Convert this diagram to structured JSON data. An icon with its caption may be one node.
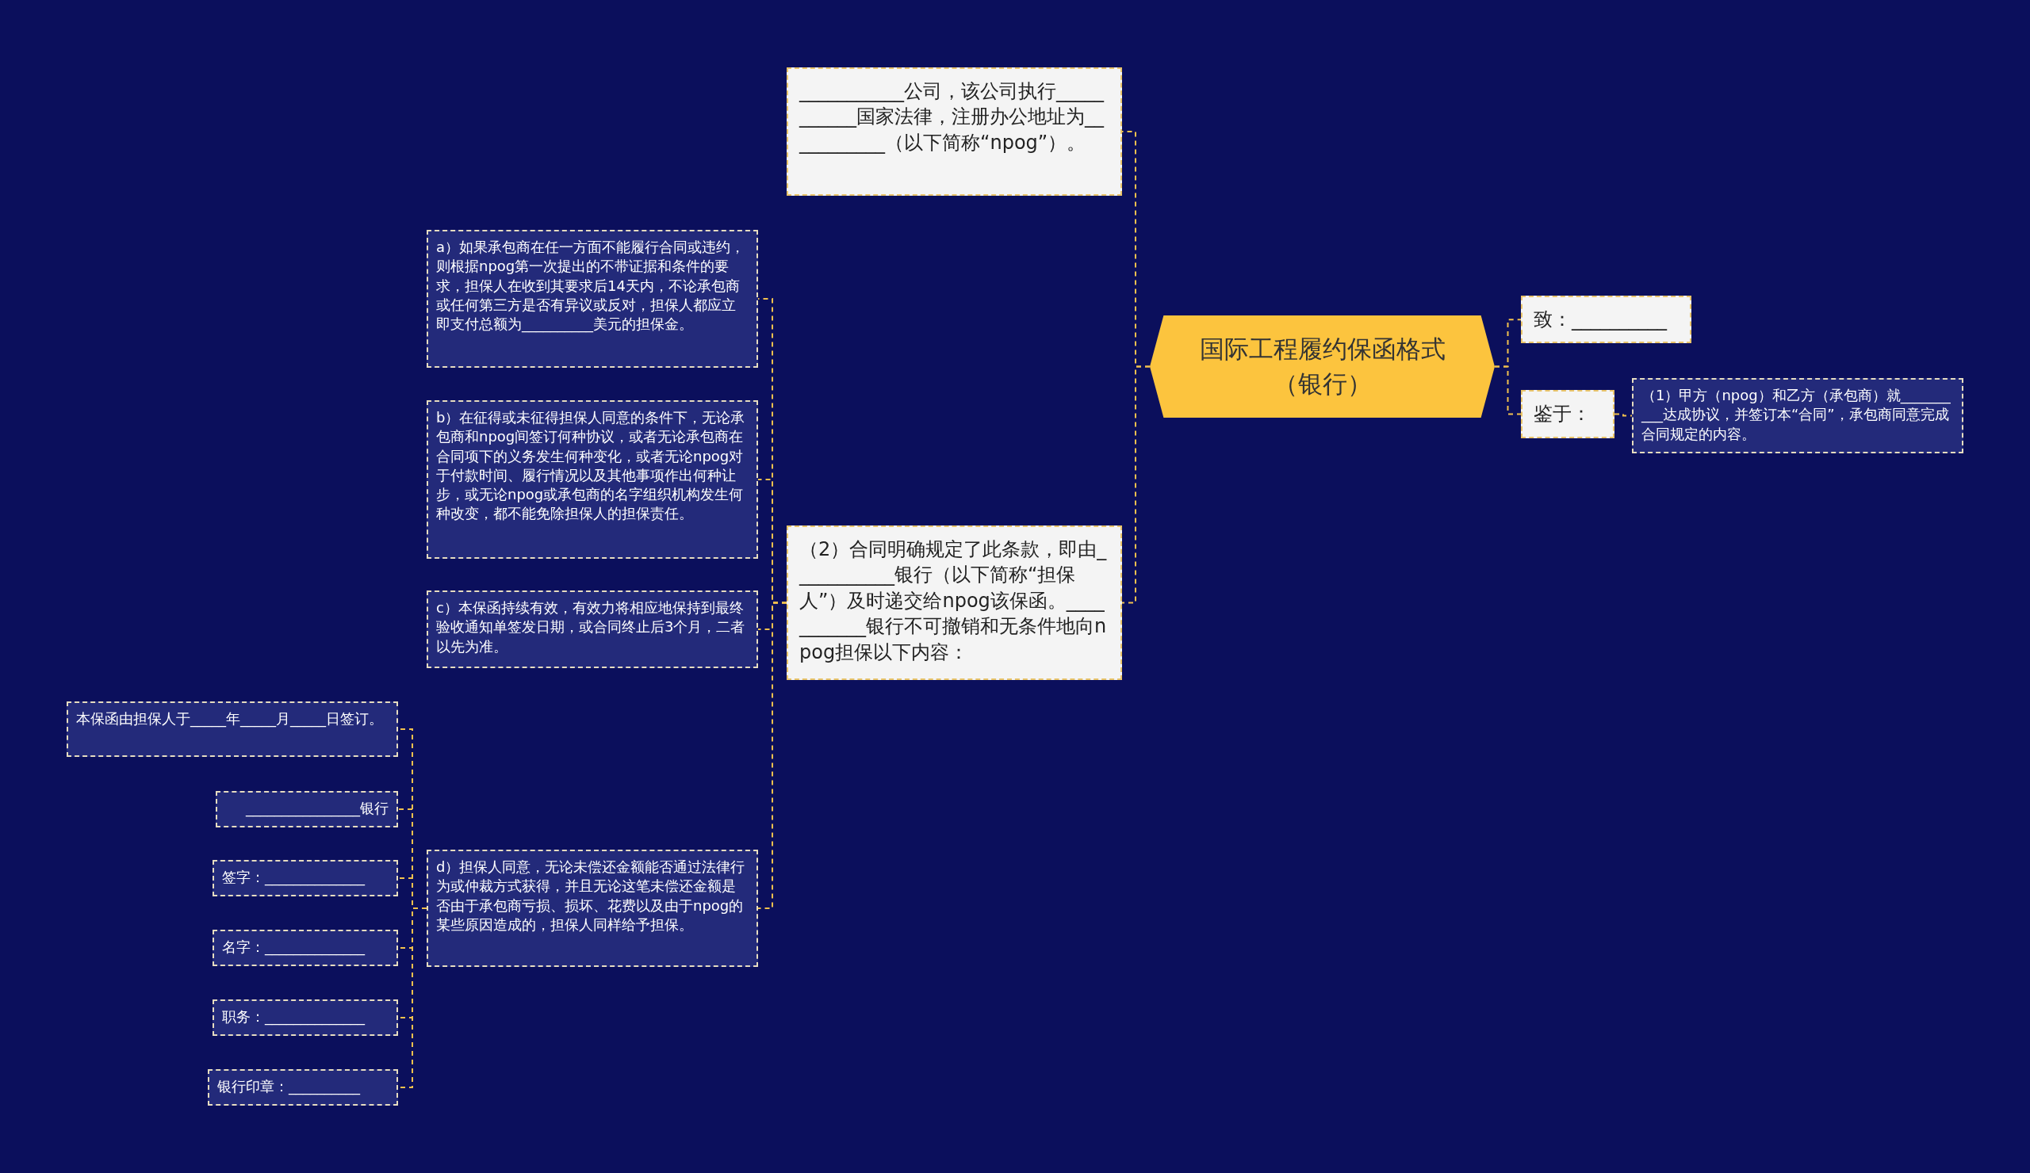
{
  "diagram": {
    "nodes": [
      {
        "text": [
          "国际工程履约保函格式（银行）"
        ]
      },
      {
        "text": [
          "___________公司，该公司执行___________国家法律，注册办公地址为___________（以下简称“npog”）。"
        ]
      },
      {
        "text": [
          "（2）合同明确规定了此条款，即由___________银行（以下简称“担保人”）及时递交给npog该保函。___________银行不可撤销和无条件地向npog担保以下内容："
        ]
      },
      {
        "text": [
          "a）如果承包商在任一方面不能履行合同或违约，则根据npog第一次提出的不带证据和条件的要求，担保人在收到其要求后14天内，不论承包商或任何第三方是否有异议或反对，担保人都应立即支付总额为__________美元的担保金。"
        ]
      },
      {
        "text": [
          "b）在征得或未征得担保人同意的条件下，无论承包商和npog间签订何种协议，或者无论承包商在合同项下的义务发生何种变化，或者无论npog对于付款时间、履行情况以及其他事项作出何种让步，或无论npog或承包商的名字组织机构发生何种改变，都不能免除担保人的担保责任。"
        ]
      },
      {
        "text": [
          "c）本保函持续有效，有效力将相应地保持到最终验收通知单签发日期，或合同终止后3个月，二者以先为准。"
        ]
      },
      {
        "text": [
          "d）担保人同意，无论未偿还金额能否通过法律行为或仲裁方式获得，并且无论这笔未偿还金额是否由于承包商亏损、损坏、花费以及由于npog的某些原因造成的，担保人同样给予担保。"
        ]
      },
      {
        "text": [
          "本保函由担保人于_____年_____月_____日签订。"
        ]
      },
      {
        "text": [
          "________________银行"
        ]
      },
      {
        "text": [
          "签字：______________"
        ]
      },
      {
        "text": [
          "名字：______________"
        ]
      },
      {
        "text": [
          "职务：______________"
        ]
      },
      {
        "text": [
          "银行印章：__________"
        ]
      },
      {
        "text": [
          "致：__________"
        ]
      },
      {
        "text": [
          "鉴于："
        ]
      },
      {
        "text": [
          "（1）甲方（npog）和乙方（承包商）就__________达成协议，并签订本“合同”，承包商同意完成合同规定的内容。"
        ]
      }
    ],
    "edges": [
      {
        "from": 0,
        "to": 1,
        "arrow": "none",
        "style": "dashed"
      },
      {
        "from": 0,
        "to": 2,
        "arrow": "none",
        "style": "dashed"
      },
      {
        "from": 2,
        "to": 3,
        "arrow": "none",
        "style": "dashed"
      },
      {
        "from": 2,
        "to": 4,
        "arrow": "none",
        "style": "dashed"
      },
      {
        "from": 2,
        "to": 5,
        "arrow": "none",
        "style": "dashed"
      },
      {
        "from": 2,
        "to": 6,
        "arrow": "none",
        "style": "dashed"
      },
      {
        "from": 6,
        "to": 7,
        "arrow": "none",
        "style": "dashed"
      },
      {
        "from": 6,
        "to": 8,
        "arrow": "none",
        "style": "dashed"
      },
      {
        "from": 6,
        "to": 9,
        "arrow": "none",
        "style": "dashed"
      },
      {
        "from": 6,
        "to": 10,
        "arrow": "none",
        "style": "dashed"
      },
      {
        "from": 6,
        "to": 11,
        "arrow": "none",
        "style": "dashed"
      },
      {
        "from": 6,
        "to": 12,
        "arrow": "none",
        "style": "dashed"
      },
      {
        "from": 0,
        "to": 13,
        "arrow": "none",
        "style": "dashed"
      },
      {
        "from": 0,
        "to": 14,
        "arrow": "none",
        "style": "dashed"
      },
      {
        "from": 14,
        "to": 15,
        "arrow": "none",
        "style": "dashed"
      }
    ]
  }
}
